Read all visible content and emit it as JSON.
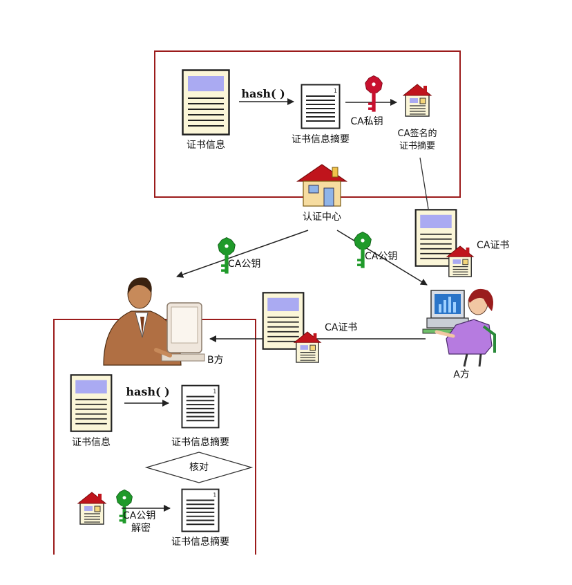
{
  "top_box": {
    "cert_info": "证书信息",
    "hash": "hash( )",
    "digest": "证书信息摘要",
    "ca_private_key": "CA私钥",
    "ca_signed_line1": "CA签名的",
    "ca_signed_line2": "证书摘要"
  },
  "ca_center": "认证中心",
  "public_key_left": "CA公钥",
  "public_key_right": "CA公钥",
  "ca_cert_right": "CA证书",
  "ca_cert_middle": "CA证书",
  "party_a": "A方",
  "party_b": "B方",
  "bottom_box": {
    "cert_info": "证书信息",
    "hash": "hash( )",
    "digest": "证书信息摘要",
    "verify": "核对",
    "decrypt_line1": "CA公钥",
    "decrypt_line2": "解密",
    "digest2": "证书信息摘要"
  },
  "colors": {
    "box_border": "#9b1b1b",
    "key_green": "#1f9a2a",
    "key_red": "#c8102e",
    "roof_red": "#c0141c",
    "doc_fill": "#fbf6d8",
    "doc_header": "#aaaaf2"
  }
}
